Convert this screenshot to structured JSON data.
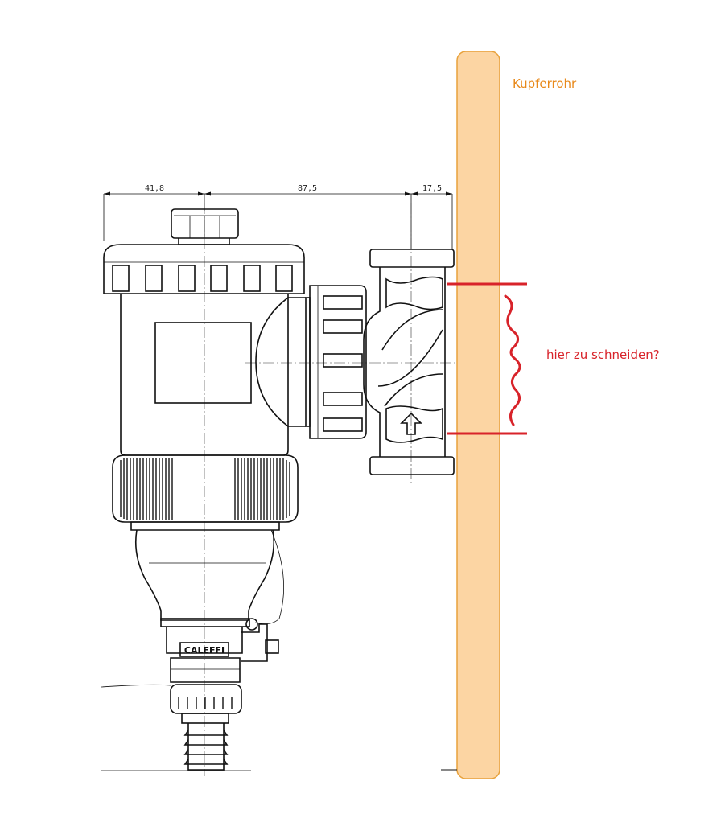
{
  "dimensions": {
    "d1": "41,8",
    "d2": "87,5",
    "d3": "17,5"
  },
  "annotations": {
    "pipe_label": "Kupferrohr",
    "cut_label": "hier zu schneiden?",
    "brand": "CALEFFI"
  },
  "colors": {
    "pipe_fill": "#fcd5a3",
    "pipe_stroke": "#e8a23c",
    "pipe_label": "#e8891a",
    "cut_marks": "#d8232a",
    "drawing": "#111111"
  }
}
